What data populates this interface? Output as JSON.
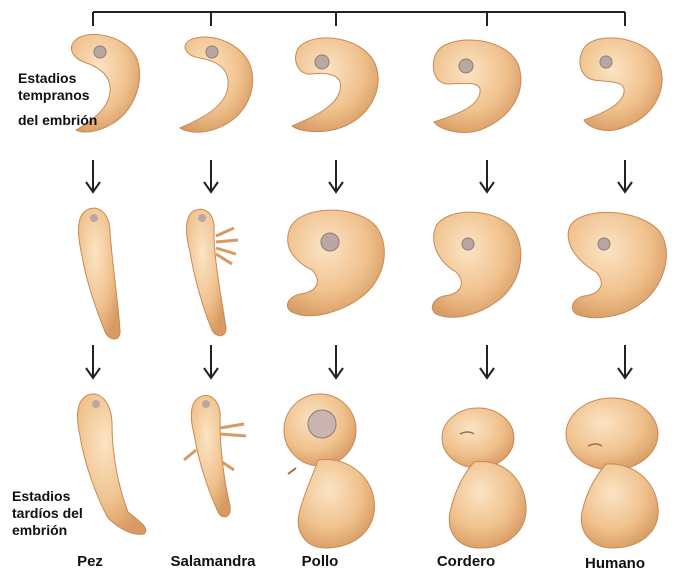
{
  "labels": {
    "early_line1": "Estadios",
    "early_line2": "tempranos",
    "early_line3": "del embrión",
    "late_line1": "Estadios",
    "late_line2": "tardíos del",
    "late_line3": "embrión"
  },
  "species": [
    {
      "name": "Pez"
    },
    {
      "name": "Salamandra"
    },
    {
      "name": "Pollo"
    },
    {
      "name": "Cordero"
    },
    {
      "name": "Humano"
    }
  ],
  "colors": {
    "skin": "#f0c28e",
    "skin_light": "#f8dcb3",
    "skin_dark": "#c98a55",
    "eye": "#b9a7a3",
    "line": "#222222"
  }
}
